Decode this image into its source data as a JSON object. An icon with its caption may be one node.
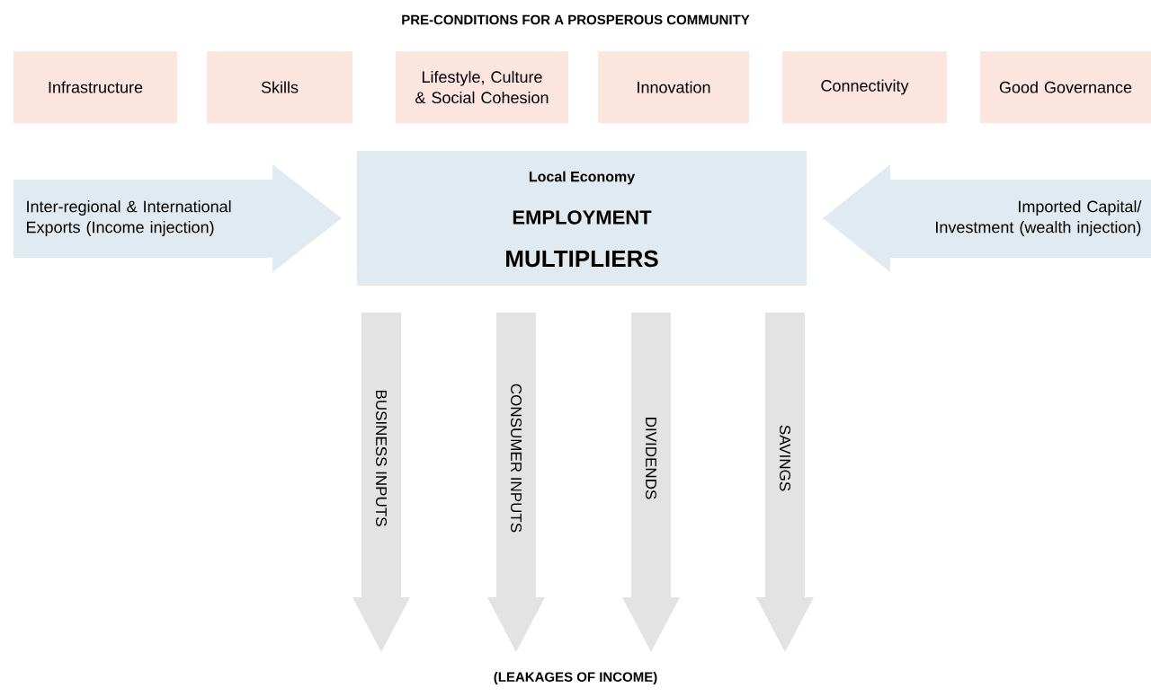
{
  "diagram": {
    "title": "PRE-CONDITIONS FOR A PROSPEROUS COMMUNITY",
    "nodes": [
      {
        "text": [
          "Infrastructure"
        ]
      },
      {
        "text": [
          "Skills"
        ]
      },
      {
        "text": [
          "Lifestyle, Culture & Social Cohesion"
        ]
      },
      {
        "text": [
          "Innovation"
        ]
      },
      {
        "text": [
          "Connectivity"
        ]
      },
      {
        "text": [
          "Good Governance"
        ]
      },
      {
        "text": [
          "Local Economy",
          "EMPLOYMENT",
          "MULTIPLIERS"
        ]
      },
      {
        "text": [
          "Inter-regional & International Exports (Income injection)"
        ]
      },
      {
        "text": [
          "Imported Capital/ Investment (wealth injection)"
        ]
      },
      {
        "text": [
          "BUSINESS INPUTS"
        ]
      },
      {
        "text": [
          "CONSUMER INPUTS"
        ]
      },
      {
        "text": [
          "DIVIDENDS"
        ]
      },
      {
        "text": [
          "SAVINGS"
        ]
      }
    ],
    "labels": [
      "(LEAKAGES OF INCOME)"
    ]
  }
}
